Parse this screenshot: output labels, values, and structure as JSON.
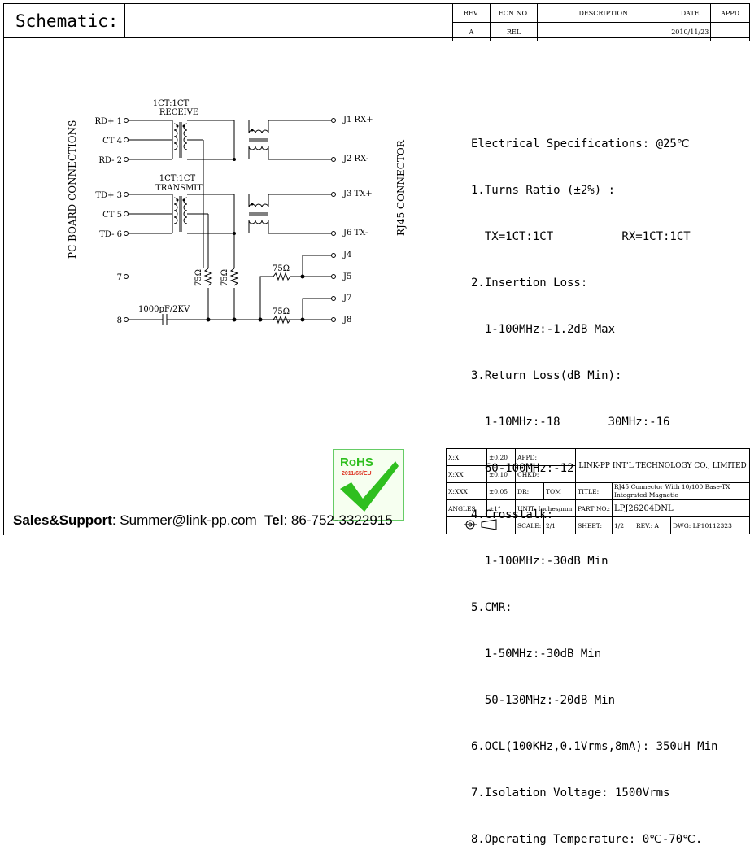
{
  "header": {
    "title": "Schematic:",
    "rev_table": {
      "headers": [
        "REV.",
        "ECN NO.",
        "DESCRIPTION",
        "DATE",
        "APPD"
      ],
      "row": [
        "A",
        "REL",
        "",
        "2010/11/23",
        ""
      ]
    }
  },
  "schematic": {
    "left_label": "PC BOARD CONNECTIONS",
    "right_label": "RJ45 CONNECTOR",
    "receive": "1CT:1CT\nRECEIVE",
    "receive_l1": "1CT:1CT",
    "receive_l2": "RECEIVE",
    "transmit_l1": "1CT:1CT",
    "transmit_l2": "TRANSMIT",
    "pins_left": [
      "RD+ 1",
      "CT 4",
      "RD- 2",
      "TD+ 3",
      "CT 5",
      "TD- 6",
      "7",
      "8"
    ],
    "pins_right": [
      "J1 RX+",
      "J2 RX-",
      "J3 TX+",
      "J6 TX-",
      "J4",
      "J5",
      "J7",
      "J8"
    ],
    "resistor": "75Ω",
    "cap": "1000pF/2KV"
  },
  "specs": {
    "lines": [
      "Electrical Specifications: @25℃",
      "1.Turns Ratio (±2%) :",
      "  TX=1CT:1CT          RX=1CT:1CT",
      "2.Insertion Loss:",
      "  1-100MHz:-1.2dB Max",
      "3.Return Loss(dB Min):",
      "  1-10MHz:-18       30MHz:-16",
      "  60-100MHz:-12",
      "4.Crosstalk:",
      "  1-100MHz:-30dB Min",
      "5.CMR:",
      "  1-50MHz:-30dB Min",
      "  50-130MHz:-20dB Min",
      "6.OCL(100KHz,0.1Vrms,8mA): 350uH Min",
      "7.Isolation Voltage: 1500Vrms",
      "8.Operating Temperature: 0℃-70℃."
    ]
  },
  "rohs": {
    "label": "RoHS",
    "sub": "2011/65/EU"
  },
  "footer": {
    "sales_label": "Sales&Support",
    "sales_value": ": Summer@link-pp.com",
    "tel_label": "Tel",
    "tel_value": ":  86-752-3322915"
  },
  "title_block": {
    "tol": [
      [
        "X:X",
        "±0.20"
      ],
      [
        "X:XX",
        "±0.10"
      ],
      [
        "X:XXX",
        "±0.05"
      ],
      [
        "ANGLES",
        "±1°"
      ]
    ],
    "appd": "APPD:",
    "chkd": "CHKD:",
    "dr": "DR:",
    "dr_name": "TOM",
    "unit": "UNIT: Inches/mm",
    "company": "LINK-PP INT'L TECHNOLOGY CO., LIMITED",
    "title_label": "TITLE:",
    "title_l1": "RJ45 Connector With 10/100 Base-TX",
    "title_l2": "Integrated Magnetic",
    "part_label": "PART NO.:",
    "part_no": "LPJ26204DNL",
    "scale_label": "SCALE:",
    "scale": "2/1",
    "sheet_label": "SHEET:",
    "sheet": "1/2",
    "rev_label": "REV.:",
    "rev": "A",
    "dwg_label": "DWG:",
    "dwg": "LP10112323"
  },
  "colors": {
    "rohs_green": "#2fbf1f",
    "rohs_red": "#d32"
  }
}
